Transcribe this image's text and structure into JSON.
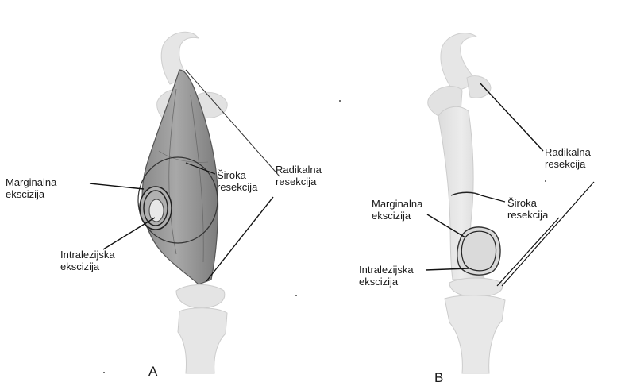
{
  "panels": [
    {
      "letter": "A",
      "labels": {
        "marginal": [
          "Marginalna",
          "ekscizija"
        ],
        "wide": [
          "Široka",
          "resekcija"
        ],
        "radical": [
          "Radikalna",
          "resekcija"
        ],
        "intralesional": [
          "Intralezijska",
          "ekscizija"
        ]
      }
    },
    {
      "letter": "B",
      "labels": {
        "radical": [
          "Radikalna",
          "resekcija"
        ],
        "marginal": [
          "Marginalna",
          "ekscizija"
        ],
        "wide": [
          "Široka",
          "resekcija"
        ],
        "intralesional": [
          "Intralezijska",
          "ekscizija"
        ]
      }
    }
  ],
  "colors": {
    "bone_fill": "#e4e4e4",
    "bone_stroke": "#c9c9c9",
    "muscle_fill": "#9c9c9c",
    "muscle_dark": "#6f6f6f",
    "leader_line": "#111111"
  }
}
